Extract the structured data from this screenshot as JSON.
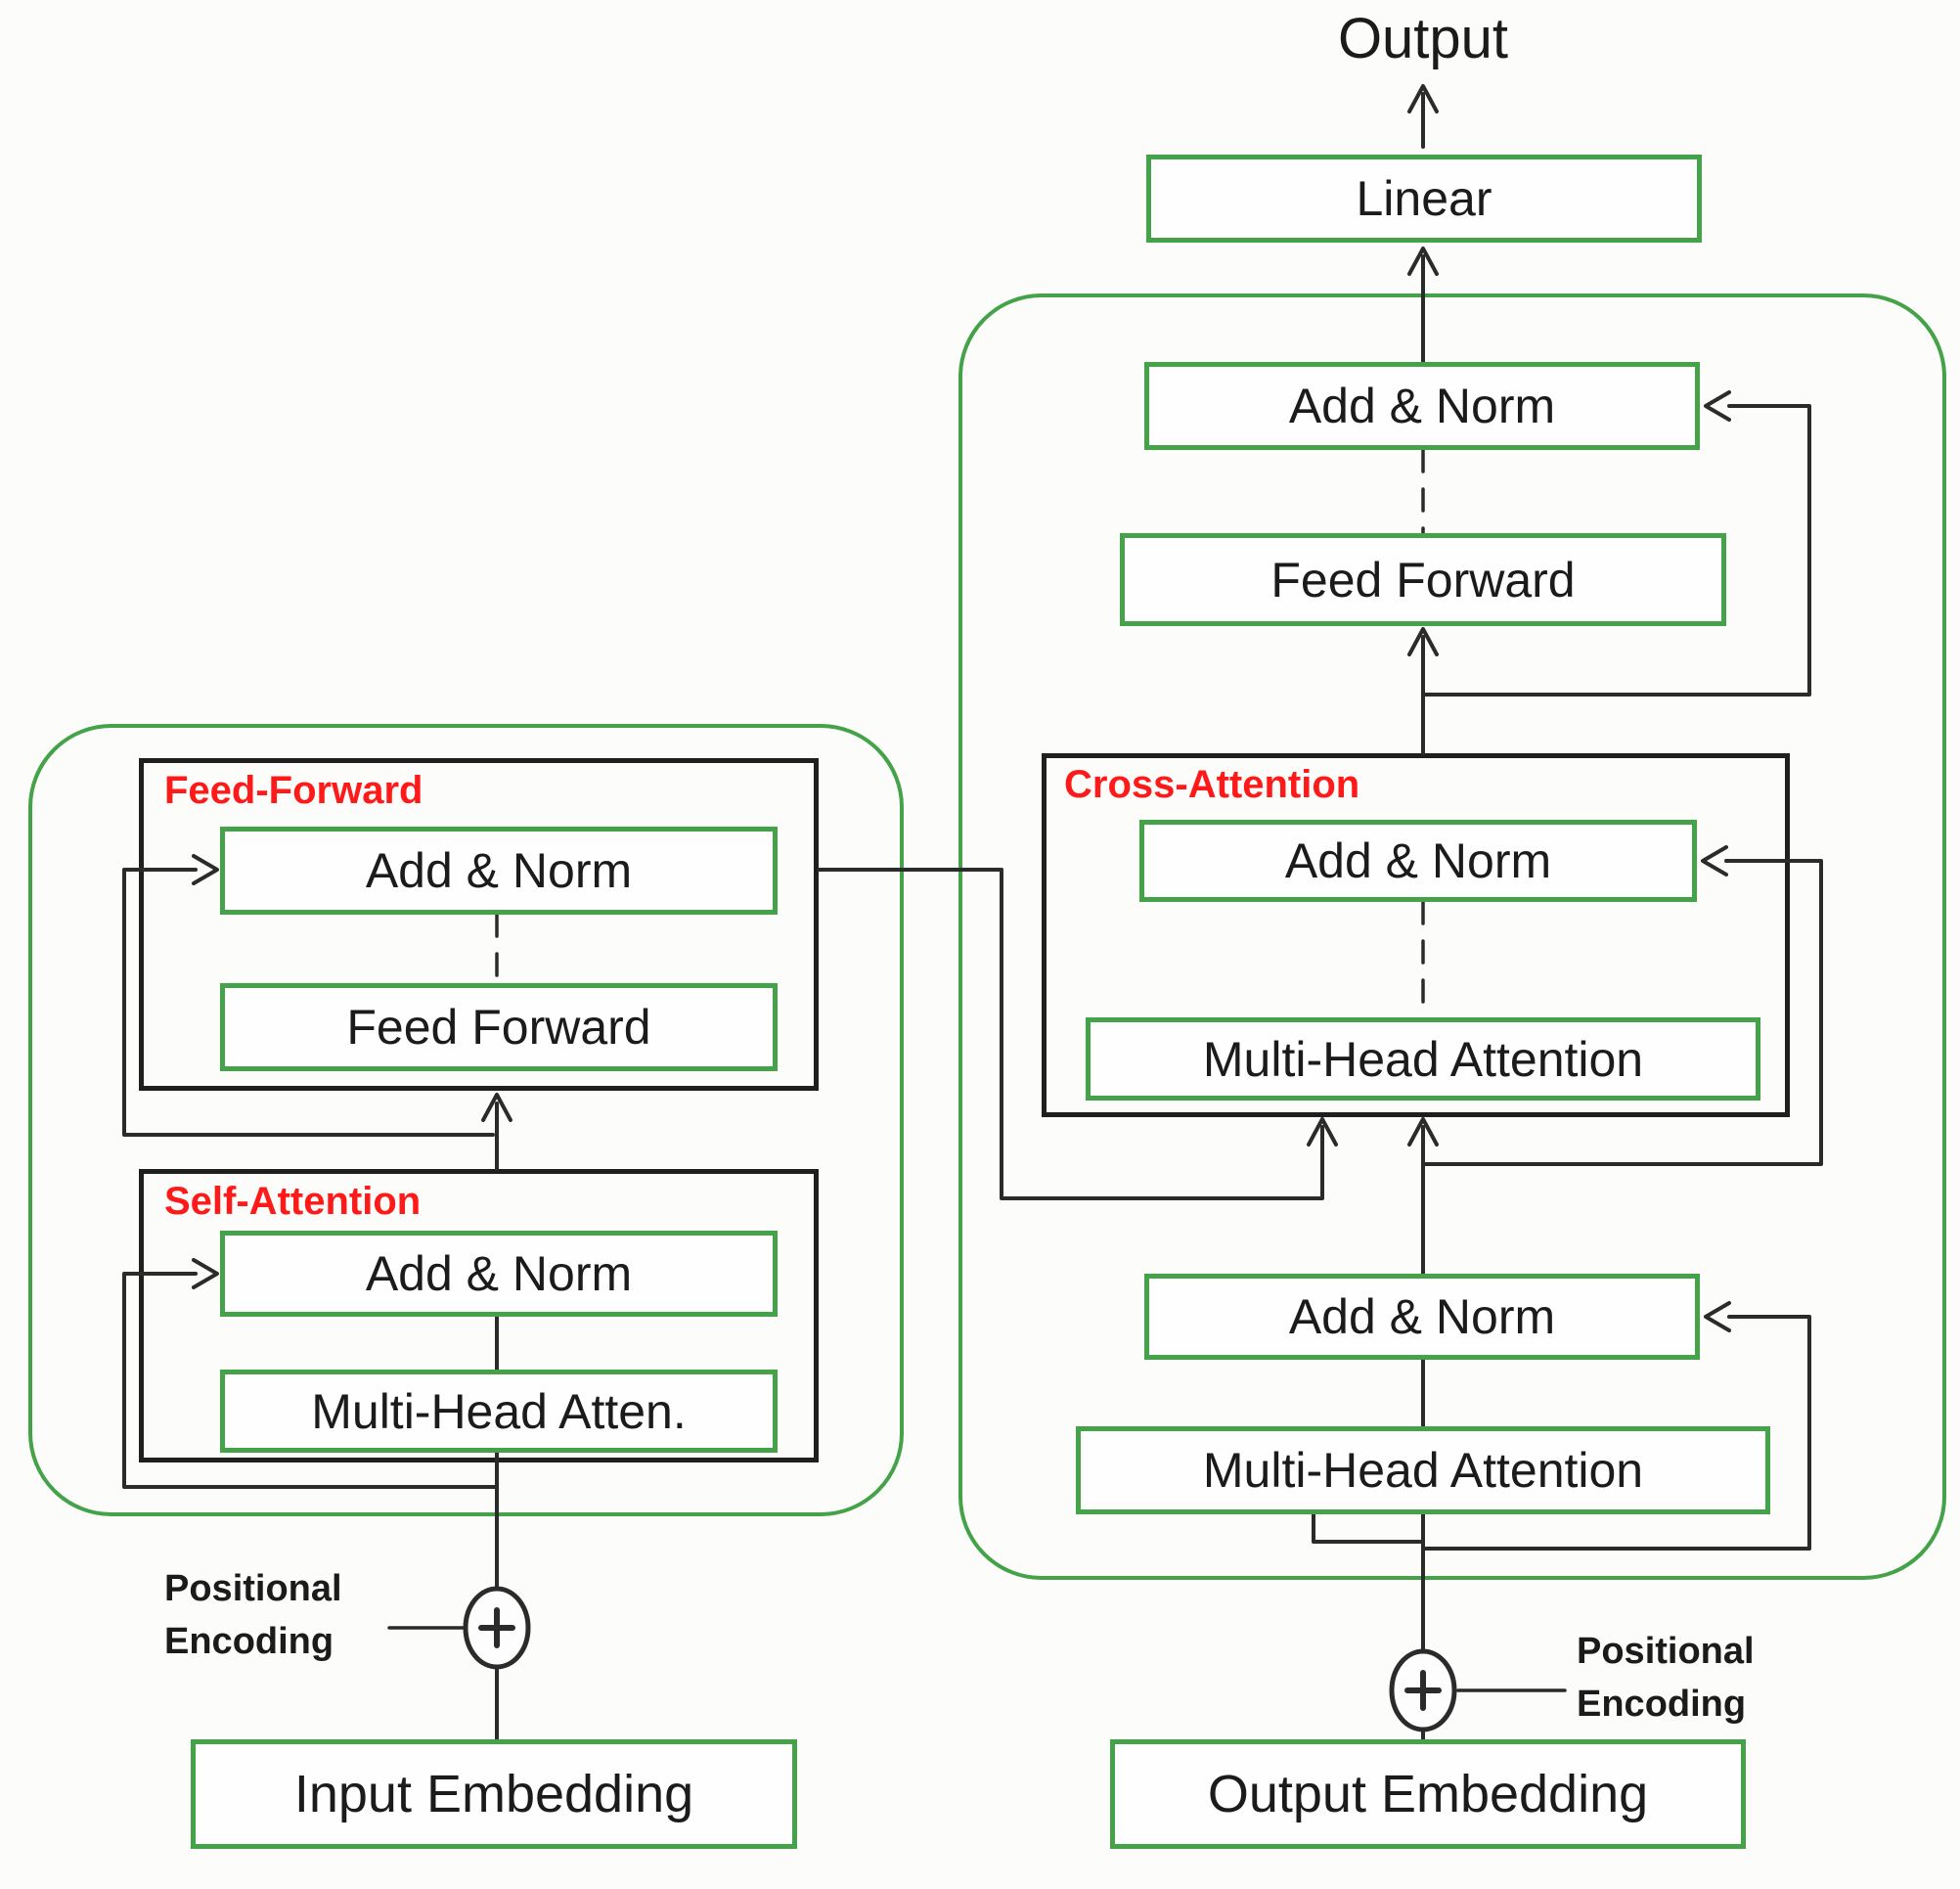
{
  "colors": {
    "box_green": "#44a248",
    "label_red": "#ff1a1a",
    "line": "#2b2b2b",
    "text": "#1b1b1b"
  },
  "encoder": {
    "feed_forward_block": {
      "label": "Feed-Forward",
      "add_norm": "Add & Norm",
      "feed_forward": "Feed Forward"
    },
    "self_attention_block": {
      "label": "Self-Attention",
      "add_norm": "Add & Norm",
      "multi_head": "Multi-Head Atten."
    },
    "positional_encoding_line1": "Positional",
    "positional_encoding_line2": "Encoding",
    "input_embedding": "Input Embedding"
  },
  "decoder": {
    "output_label": "Output",
    "linear": "Linear",
    "add_norm_top": "Add & Norm",
    "feed_forward": "Feed Forward",
    "cross_attention_block": {
      "label": "Cross-Attention",
      "add_norm": "Add & Norm",
      "multi_head": "Multi-Head Attention"
    },
    "add_norm_bottom": "Add & Norm",
    "multi_head_bottom": "Multi-Head Attention",
    "positional_encoding_line1": "Positional",
    "positional_encoding_line2": "Encoding",
    "output_embedding": "Output Embedding"
  }
}
